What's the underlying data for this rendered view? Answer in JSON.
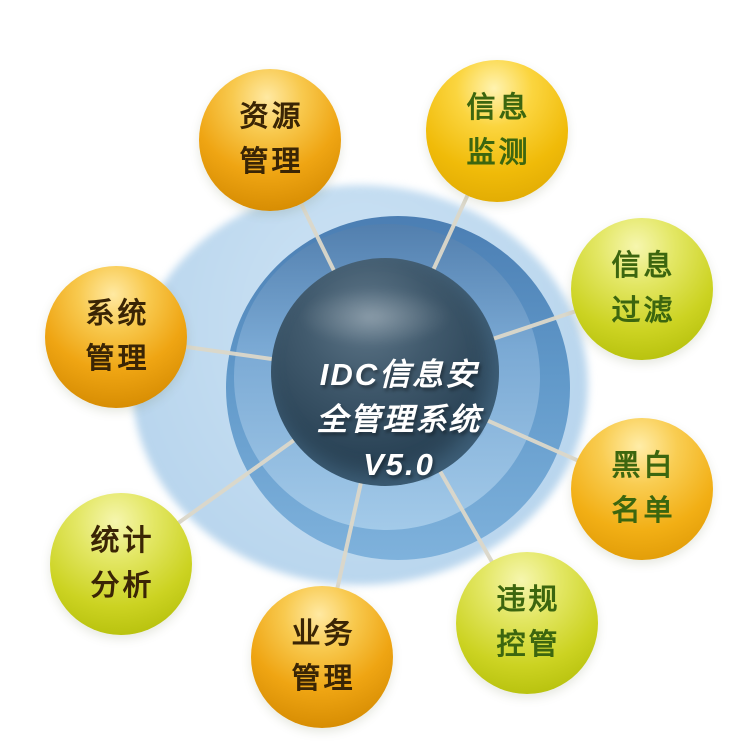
{
  "center": {
    "line1": "IDC信息安",
    "line2": "全管理系统",
    "line3": "V5.0"
  },
  "nodes": [
    {
      "name": "resource-management",
      "line1": "资源",
      "line2": "管理"
    },
    {
      "name": "info-monitoring",
      "line1": "信息",
      "line2": "监测"
    },
    {
      "name": "info-filtering",
      "line1": "信息",
      "line2": "过滤"
    },
    {
      "name": "black-white-list",
      "line1": "黑白",
      "line2": "名单"
    },
    {
      "name": "violation-control",
      "line1": "违规",
      "line2": "控管"
    },
    {
      "name": "business-management",
      "line1": "业务",
      "line2": "管理"
    },
    {
      "name": "statistics-analysis",
      "line1": "统计",
      "line2": "分析"
    },
    {
      "name": "system-management",
      "line1": "系统",
      "line2": "管理"
    }
  ],
  "colors": {
    "halo_blue": "#c0dbf0",
    "ring_blue_top": "#4b7eb3",
    "ring_blue_bottom": "#7fb2dc",
    "inner_band_blue": "#a3cae9",
    "core_dark_navy": "#2c4558",
    "connector_line": "#dcd8ca",
    "ball_orange": "#efa513",
    "ball_yellow": "#f0bb09",
    "ball_yellow_green": "#ccd322",
    "ball_amber": "#f2af15",
    "label_brown": "#3a2505",
    "label_green": "#3c660f",
    "center_text": "#ffffff"
  }
}
